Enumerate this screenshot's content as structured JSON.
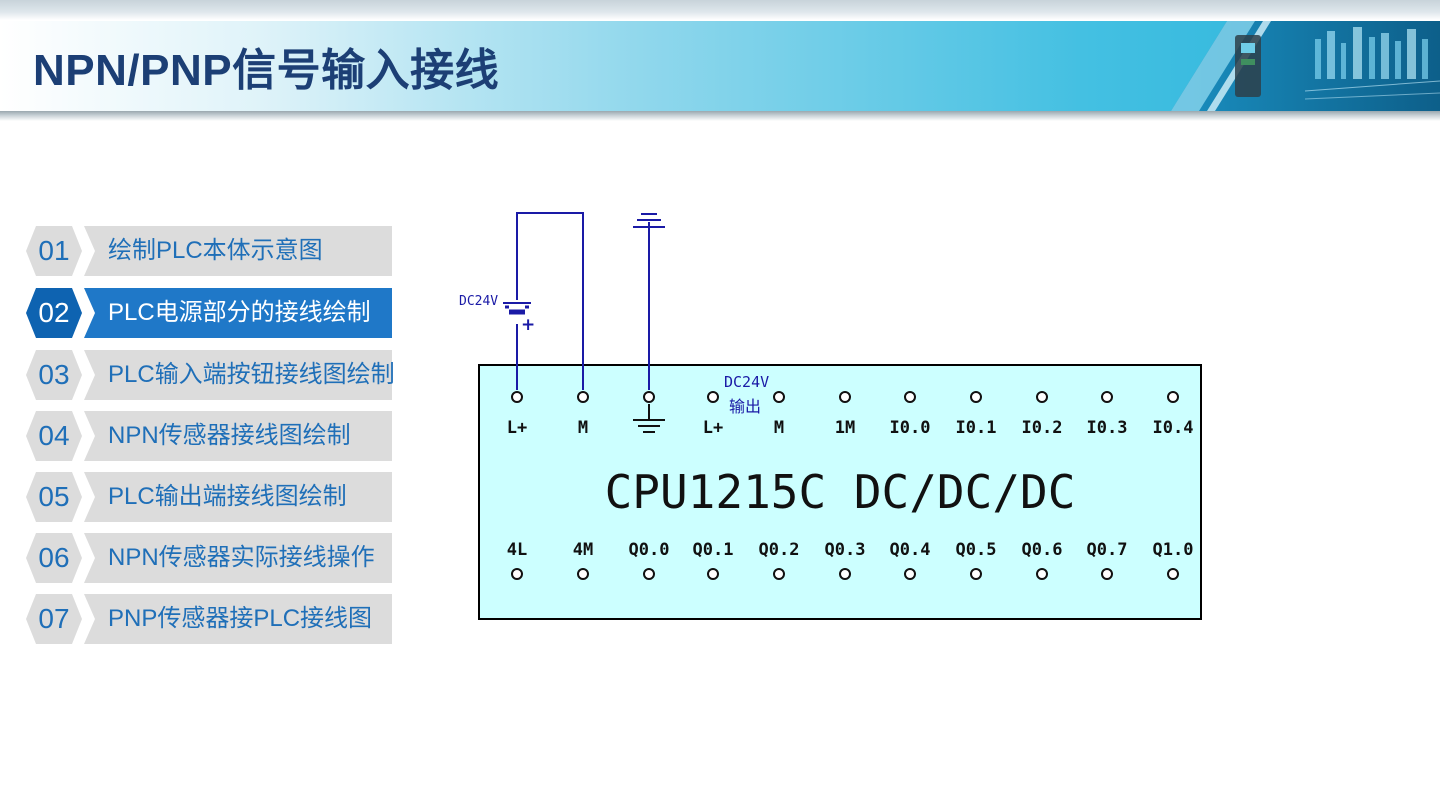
{
  "title": "NPN/PNP信号输入接线",
  "nav": {
    "items": [
      {
        "num": "01",
        "label": "绘制PLC本体示意图",
        "active": false
      },
      {
        "num": "02",
        "label": "PLC电源部分的接线绘制",
        "active": true
      },
      {
        "num": "03",
        "label": "PLC输入端按钮接线图绘制",
        "active": false
      },
      {
        "num": "04",
        "label": "NPN传感器接线图绘制",
        "active": false
      },
      {
        "num": "05",
        "label": "PLC输出端接线图绘制",
        "active": false
      },
      {
        "num": "06",
        "label": "NPN传感器实际接线操作",
        "active": false
      },
      {
        "num": "07",
        "label": "PNP传感器接PLC接线图",
        "active": false
      }
    ]
  },
  "diagram": {
    "cpu_label": "CPU1215C DC/DC/DC",
    "battery_label": "DC24V",
    "battery_plus": "+",
    "output_label": "DC24V",
    "output_sub": "输出",
    "top_terminals": [
      "L+",
      "M",
      "",
      "L+",
      "M",
      "1M",
      "I0.0",
      "I0.1",
      "I0.2",
      "I0.3",
      "I0.4"
    ],
    "bottom_terminals": [
      "4L",
      "4M",
      "Q0.0",
      "Q0.1",
      "Q0.2",
      "Q0.3",
      "Q0.4",
      "Q0.5",
      "Q0.6",
      "Q0.7",
      "Q1.0"
    ],
    "colors": {
      "wire": "#1a1aa6",
      "label": "#1a1aa6",
      "plc_fill": "#ccffff",
      "plc_border": "#000000"
    }
  },
  "colors": {
    "accent": "#1f78c8",
    "nav_bg": "#dcdcdc",
    "title": "#1c3f75"
  }
}
